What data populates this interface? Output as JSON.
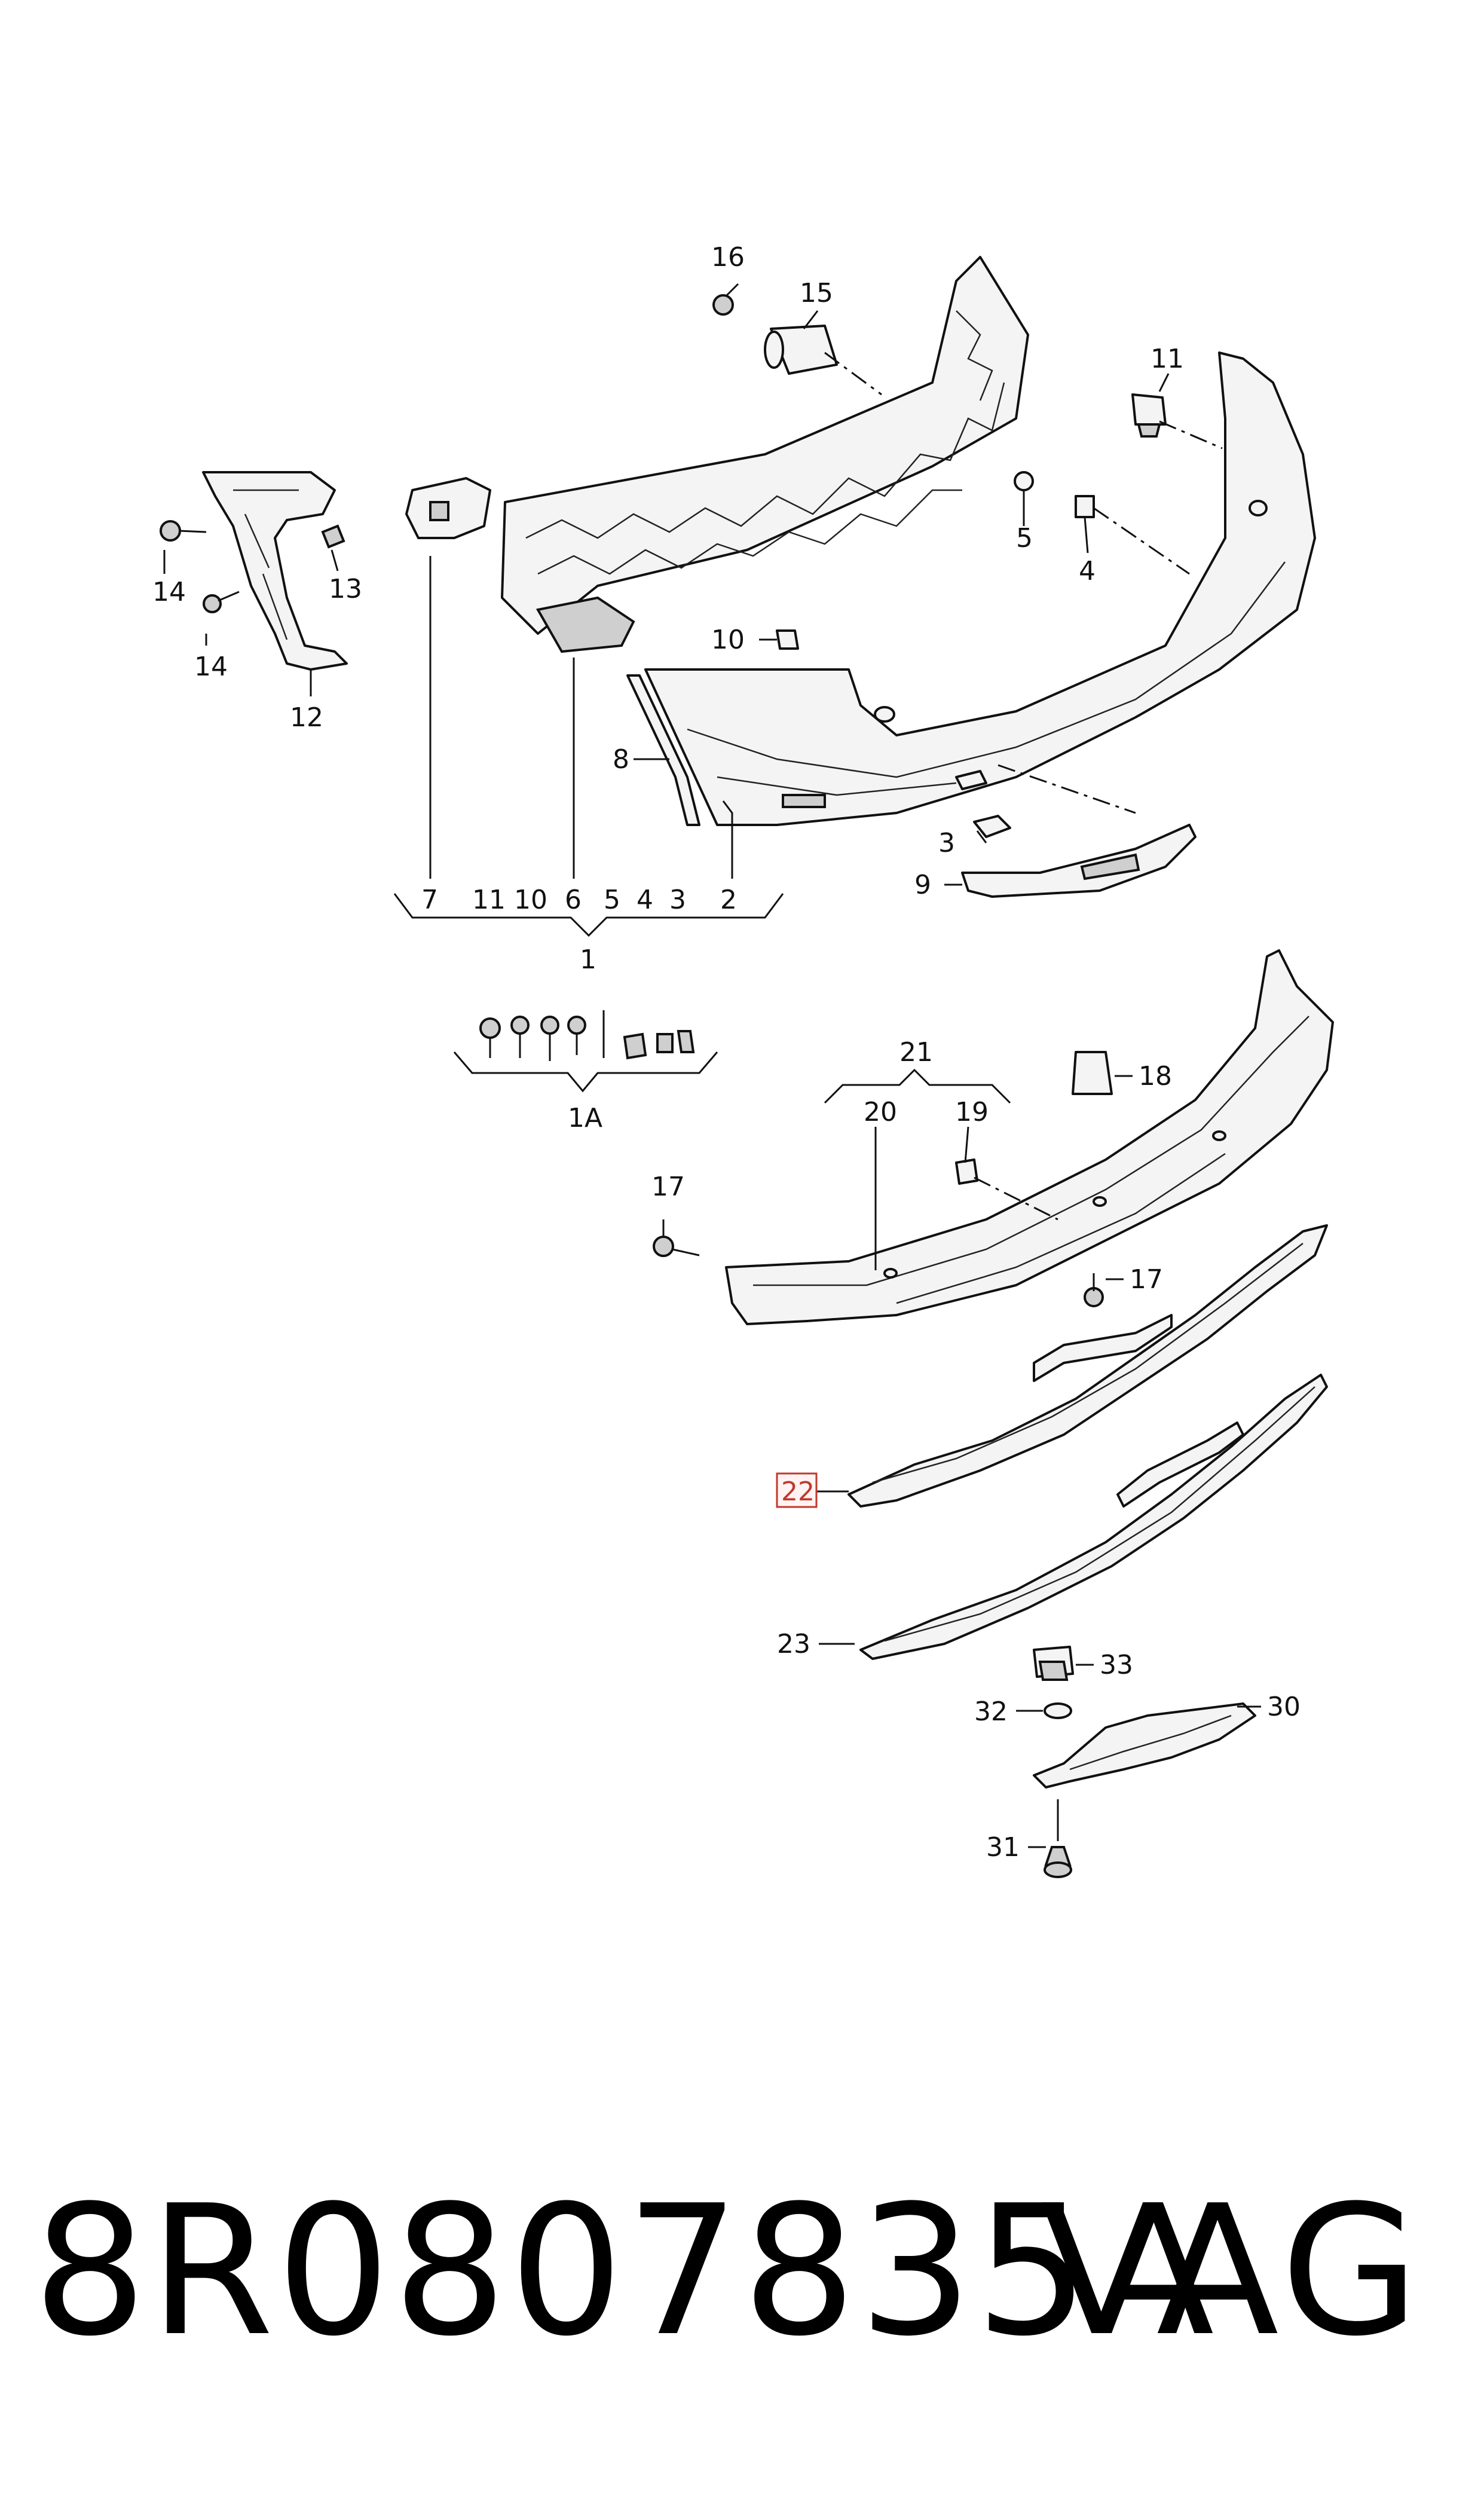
{
  "diagram": {
    "callouts": {
      "c1": "1",
      "c1A": "1A",
      "c2": "2",
      "c3a": "3",
      "c3b": "3",
      "c4a": "4",
      "c4b": "4",
      "c5a": "5",
      "c5b": "5",
      "c6": "6",
      "c7": "7",
      "c8": "8",
      "c9": "9",
      "c10a": "10",
      "c10b": "10",
      "c11a": "11",
      "c11b": "11",
      "c12": "12",
      "c13": "13",
      "c14a": "14",
      "c14b": "14",
      "c15": "15",
      "c16": "16",
      "c17a": "17",
      "c17b": "17",
      "c18": "18",
      "c19": "19",
      "c20": "20",
      "c21": "21",
      "c22": "22",
      "c23": "23",
      "c30": "30",
      "c31": "31",
      "c32": "32",
      "c33": "33"
    },
    "highlight_color": "#c0392b"
  },
  "footer": {
    "part_number": "8R0807835A",
    "brand": "VAG"
  }
}
